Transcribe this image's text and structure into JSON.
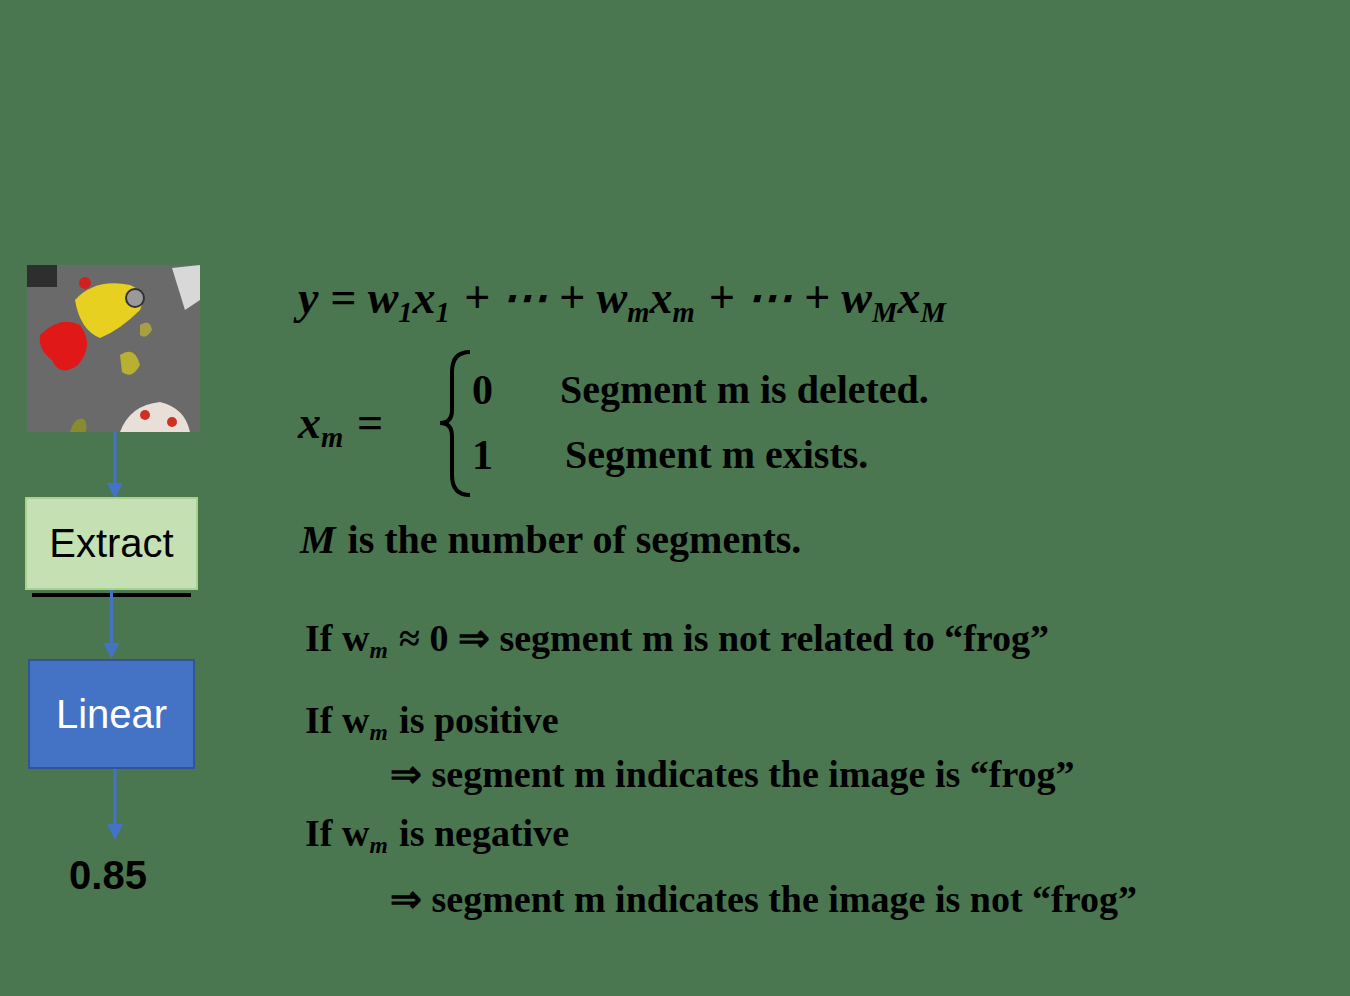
{
  "diagram": {
    "nodes": [
      {
        "text": [
          "Extract"
        ]
      },
      {
        "text": [
          "Linear"
        ]
      }
    ],
    "edges": [
      {
        "from": 0,
        "to": 1,
        "arrow": "to"
      }
    ],
    "labels": [
      "0.85",
      "y = w",
      "1",
      "x",
      "1",
      "+ ⋯ + w",
      "m",
      "x",
      "m",
      "+ ⋯ + w",
      "M",
      "x",
      "M",
      "x",
      "m",
      "=",
      "0",
      "Segment m is deleted.",
      "1",
      "Segment m exists.",
      "M",
      "is the number of segments.",
      "If w",
      "m",
      "≈ 0 ⇒ segment m is not related to “frog”",
      "If w",
      "m",
      "is positive",
      "⇒ segment m indicates the image is “frog”",
      "If w",
      "m",
      "is negative",
      "⇒ segment m indicates the image is not “frog”"
    ]
  }
}
